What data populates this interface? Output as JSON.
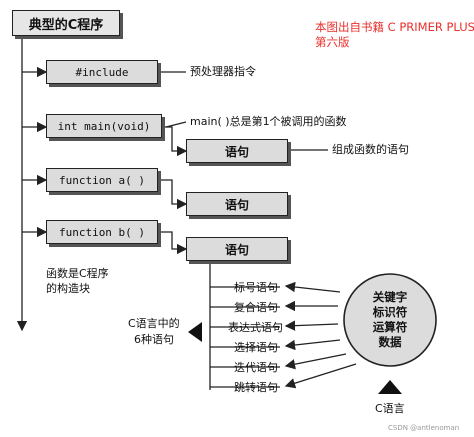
{
  "title": "典型的C程序",
  "source_note": {
    "line1": "本图出自书籍 C PRIMER PLUS",
    "line2": "第六版"
  },
  "blocks": {
    "include": "#include",
    "main": "int main(void)",
    "func_a": "function a( )",
    "func_b": "function b( )"
  },
  "statement_box": "语句",
  "annotations": {
    "preprocessor": "预处理器指令",
    "main_first": "main( )总是第1个被调用的函数",
    "made_of_statements": "组成函数的语句",
    "function_blocks_l1": "函数是C程序",
    "function_blocks_l2": "的构造块",
    "six_kinds_l1": "C语言中的",
    "six_kinds_l2": "6种语句",
    "c_language": "C语言"
  },
  "statement_types": [
    "标号语句",
    "复合语句",
    "表达式语句",
    "选择语句",
    "迭代语句",
    "跳转语句"
  ],
  "keyword_circle": [
    "关键字",
    "标识符",
    "运算符",
    "数据"
  ],
  "watermark": "CSDN @antlenoman"
}
